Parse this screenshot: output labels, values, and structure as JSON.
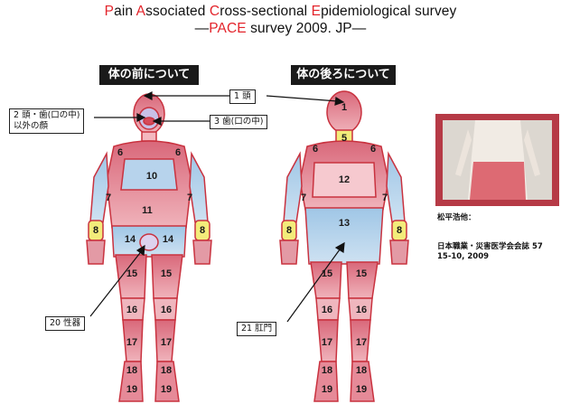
{
  "title": {
    "line1": [
      {
        "text": "P",
        "red": true
      },
      {
        "text": "ain ",
        "red": false
      },
      {
        "text": "A",
        "red": true
      },
      {
        "text": "ssociated ",
        "red": false
      },
      {
        "text": "C",
        "red": true
      },
      {
        "text": "ross-sectional ",
        "red": false
      },
      {
        "text": "E",
        "red": true
      },
      {
        "text": "pidemiological survey",
        "red": false
      }
    ],
    "line2_prefix": "―",
    "line2_red": "PACE",
    "line2_rest": " survey 2009. JP―"
  },
  "headers": {
    "front": "体の前について",
    "back": "体の後ろについて"
  },
  "callouts": {
    "head": "1 頭",
    "face": "2 頭・歯(口の中)\n以外の顔",
    "teeth": "3 歯(口の中)",
    "genital": "20 性器",
    "anus": "21 肛門"
  },
  "front_regions": {
    "shoulder_l": "6",
    "shoulder_r": "6",
    "chest": "10",
    "abdomen": "11",
    "upper_arm_l": "7",
    "upper_arm_r": "7",
    "hand_l": "8",
    "hand_r": "8",
    "hip_l": "14",
    "hip_r": "14",
    "thigh_l": "15",
    "thigh_r": "15",
    "knee_l": "16",
    "knee_r": "16",
    "shin_l": "17",
    "shin_r": "17",
    "ankle_l": "18",
    "ankle_r": "18",
    "foot_l": "19",
    "foot_r": "19"
  },
  "back_regions": {
    "head": "1",
    "neck": "5",
    "shoulder_l": "6",
    "shoulder_r": "6",
    "upper_back": "12",
    "lower_back": "13",
    "upper_arm_l": "7",
    "upper_arm_r": "7",
    "hand_l": "8",
    "hand_r": "8",
    "thigh_l": "15",
    "thigh_r": "15",
    "knee_l": "16",
    "knee_r": "16",
    "shin_l": "17",
    "shin_r": "17",
    "ankle_l": "18",
    "ankle_r": "18",
    "foot_l": "19",
    "foot_r": "19"
  },
  "reference": {
    "author": "松平浩他：",
    "journal": "日本職業・災害医学会会誌 57",
    "pages": "15-10, 2009"
  },
  "colors": {
    "red": "#e3242b",
    "pink": "#e8a0a8",
    "blue": "#b6d4ec",
    "yellow": "#f3ec7a",
    "lavender": "#c9bfe0"
  }
}
